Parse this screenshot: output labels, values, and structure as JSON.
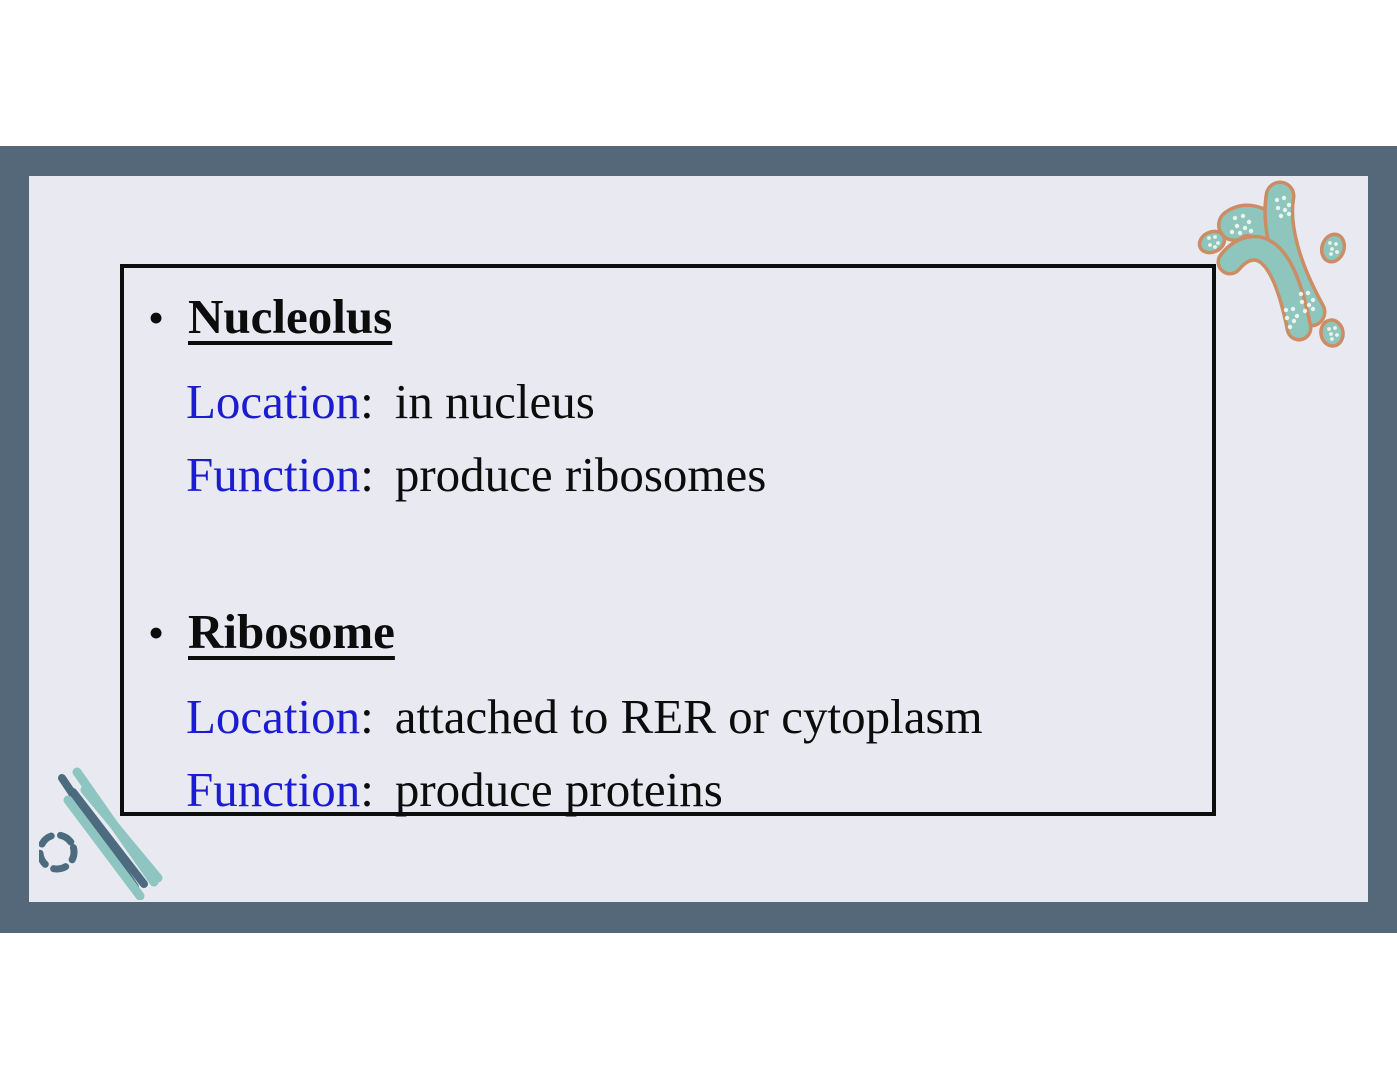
{
  "slide": {
    "groups": [
      {
        "bullet": "•",
        "heading": "Nucleolus",
        "details": [
          {
            "label": "Location",
            "colon": ":",
            "value": "in nucleus"
          },
          {
            "label": "Function",
            "colon": ":",
            "value": "produce ribosomes"
          }
        ]
      },
      {
        "bullet": "•",
        "heading": "Ribosome",
        "details": [
          {
            "label": "Location",
            "colon": ":",
            "value": "attached to RER or cytoplasm"
          },
          {
            "label": "Function",
            "colon": ":",
            "value": "produce proteins"
          }
        ]
      }
    ],
    "colors": {
      "frame": "#54687a",
      "slide_background": "#e9eaf1",
      "outer_background": "#ffffff",
      "text_black": "#0c0c0c",
      "label_blue": "#1b1bd1",
      "box_border": "#0d0d0d",
      "deco_teal": "#8ec5bc",
      "deco_outline_orange": "#cc8c64",
      "deco_slate": "#4c6b7e",
      "deco_speckle": "#eaf4ec"
    },
    "decorations": {
      "top_right": "organelle-cluster",
      "bottom_left": "filament-lines-and-dashed-circle"
    }
  }
}
